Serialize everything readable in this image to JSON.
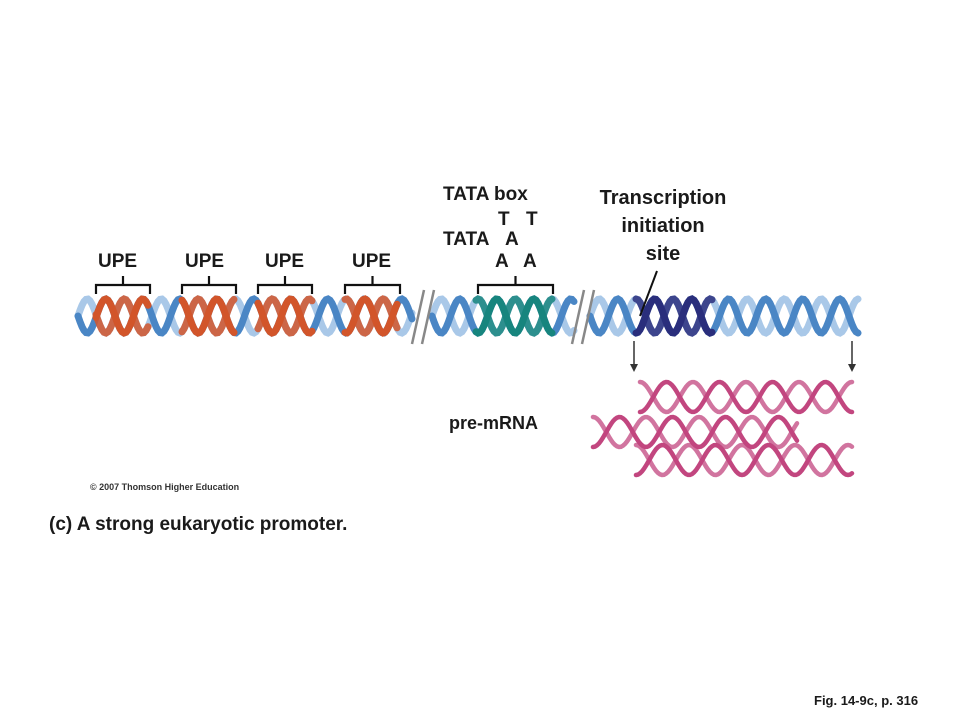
{
  "labels": {
    "upe": [
      "UPE",
      "UPE",
      "UPE",
      "UPE"
    ],
    "tata_box": "TATA box",
    "tata_seq": {
      "top_t1": "T",
      "top_t2": "T",
      "main": "TATA",
      "main_a": "A",
      "bottom_a1": "A",
      "bottom_a2": "A"
    },
    "transcription_site": [
      "Transcription",
      "initiation",
      "site"
    ],
    "pre_mrna": "pre-mRNA"
  },
  "copyright": "© 2007 Thomson Higher Education",
  "caption": "(c) A strong eukaryotic promoter.",
  "figure_ref": "Fig. 14-9c, p. 316",
  "colors": {
    "upe_strand": "#d2552a",
    "dna_strand": "#4a86c5",
    "dna_light": "#a9c8e8",
    "tata_strand": "#17857e",
    "start_strand": "#2a2e7c",
    "mrna": "#c2467f",
    "bracket": "#111111"
  }
}
